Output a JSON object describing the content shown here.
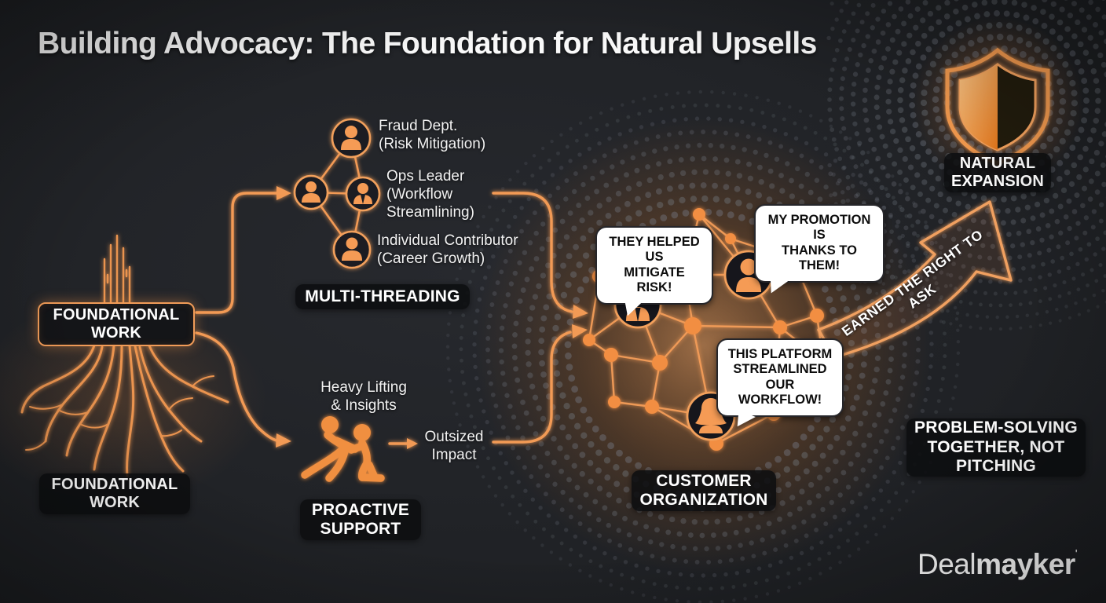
{
  "title": "Building Advocacy: The Foundation for Natural Upsells",
  "colors": {
    "background": "#212327",
    "accent_orange": "#f5954e",
    "glow_orange": "#ffb070",
    "badge_bg": "#0c0e10",
    "bubble_bg": "#ffffff",
    "bubble_text": "#0c0c0c",
    "text": "#f2f2f2"
  },
  "foundational": {
    "box_label": "FOUNDATIONAL\nWORK",
    "badge_label": "FOUNDATIONAL\nWORK"
  },
  "multi_threading": {
    "badge": "MULTI-THREADING",
    "contacts": [
      "Fraud Dept.\n(Risk Mitigation)",
      "Ops Leader\n(Workflow\nStreamlining)",
      "Individual Contributor\n(Career Growth)"
    ]
  },
  "proactive_support": {
    "badge": "PROACTIVE\nSUPPORT",
    "input_label": "Heavy Lifting\n& Insights",
    "output_label": "Outsized\nImpact"
  },
  "customer_org": {
    "badge": "CUSTOMER\nORGANIZATION",
    "bubbles": [
      "THEY HELPED US\nMITIGATE RISK!",
      "MY PROMOTION IS\nTHANKS TO THEM!",
      "THIS PLATFORM\nSTREAMLINED\nOUR WORKFLOW!"
    ]
  },
  "expansion": {
    "badge": "NATURAL\nEXPANSION",
    "arrow_label": "EARNED THE RIGHT TO ASK",
    "note": "PROBLEM-SOLVING\nTOGETHER, NOT\nPITCHING"
  },
  "logo": {
    "prefix": "Deal",
    "suffix": "mayker",
    "mark": "'"
  },
  "icons": {
    "expansion": "shield-icon",
    "foundational": "tree-roots-icon",
    "multi_threading": "person-network-icon",
    "proactive_support": "helping-figures-icon",
    "customer_org": "network-sphere-icon",
    "upsell": "curved-arrow-icon"
  }
}
